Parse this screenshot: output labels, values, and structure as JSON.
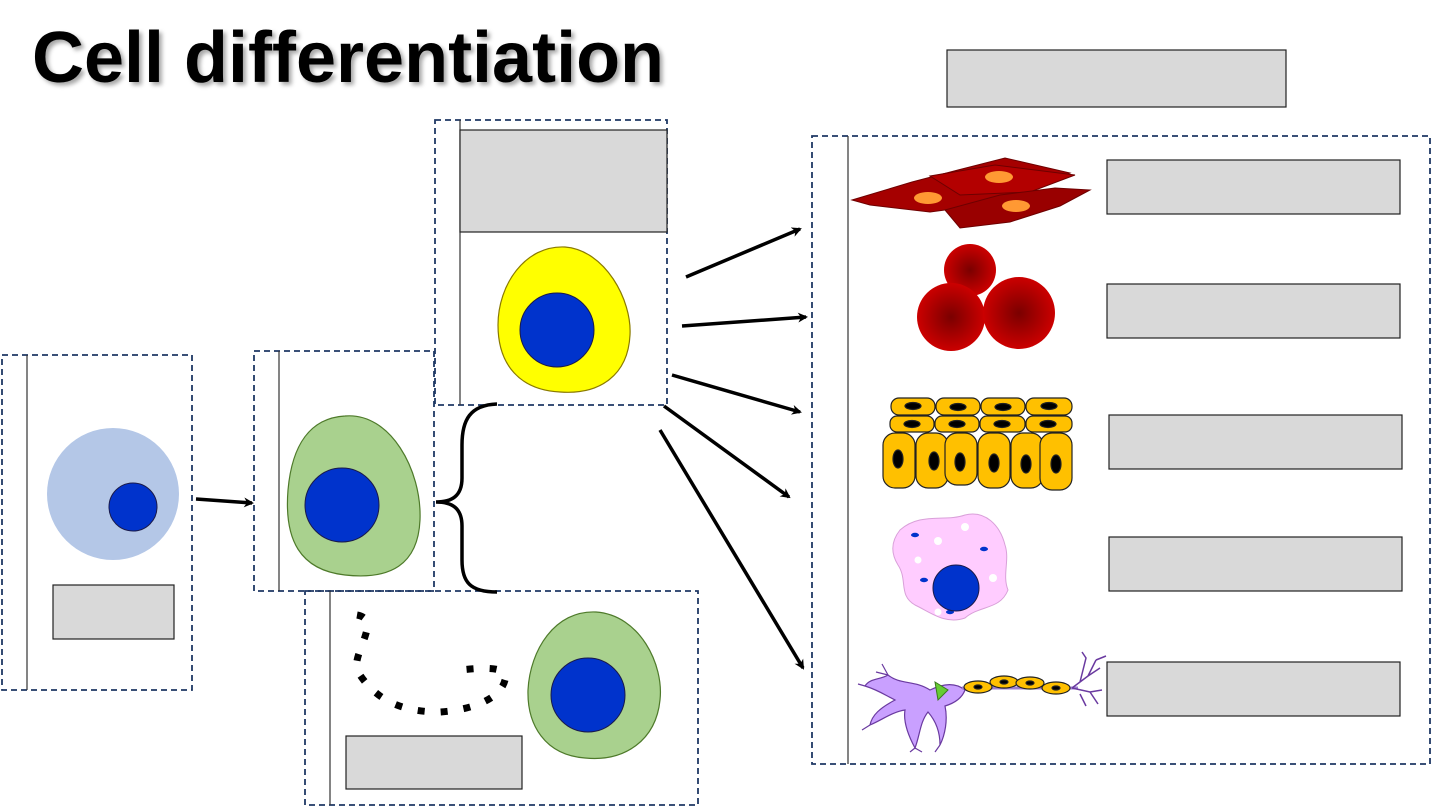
{
  "title": "Cell differentiation",
  "colors": {
    "label_box_fill": "#d9d9d9",
    "nucleus": "#0033cc",
    "stem_cell": "#b4c7e7",
    "progenitor_cell": "#a9d18e",
    "myeloid_cell": "#ffff00",
    "red_blood_cell": "#c00000",
    "smooth_muscle": "#a50000",
    "epithelial": "#ffc000",
    "mast_cell": "#ffccff",
    "neuron": "#c9a0ff",
    "frame_dash": "#1f3864"
  },
  "blank_label_boxes": [
    "stem-cell-label",
    "myeloid-label",
    "lymphoid-label",
    "specialized-cells-header",
    "smooth-muscle-label",
    "red-blood-cell-label",
    "epithelial-label",
    "mast-cell-label",
    "neuron-label"
  ],
  "cell_types": [
    {
      "id": "smooth-muscle",
      "icon": "smooth-muscle-cells-icon"
    },
    {
      "id": "red-blood-cell",
      "icon": "red-blood-cells-icon"
    },
    {
      "id": "epithelial",
      "icon": "epithelial-cells-icon"
    },
    {
      "id": "mast-cell",
      "icon": "mast-cell-icon"
    },
    {
      "id": "neuron",
      "icon": "neuron-icon"
    }
  ]
}
